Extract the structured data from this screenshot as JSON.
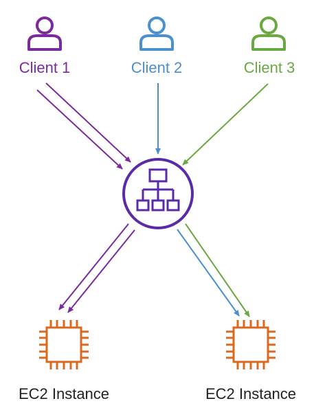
{
  "colors": {
    "client1": "#7b2a9e",
    "client2": "#4a8fcf",
    "client3": "#6aa842",
    "load_balancer": "#5b2aa8",
    "ec2": "#d8691f",
    "text_dark": "#222222"
  },
  "icons": {
    "client": "user-icon",
    "load_balancer": "load-balancer-icon",
    "instance": "ec2-chip-icon"
  },
  "clients": [
    {
      "label": "Client 1"
    },
    {
      "label": "Client 2"
    },
    {
      "label": "Client 3"
    }
  ],
  "instances": [
    {
      "label": "EC2 Instance"
    },
    {
      "label": "EC2 Instance"
    }
  ]
}
